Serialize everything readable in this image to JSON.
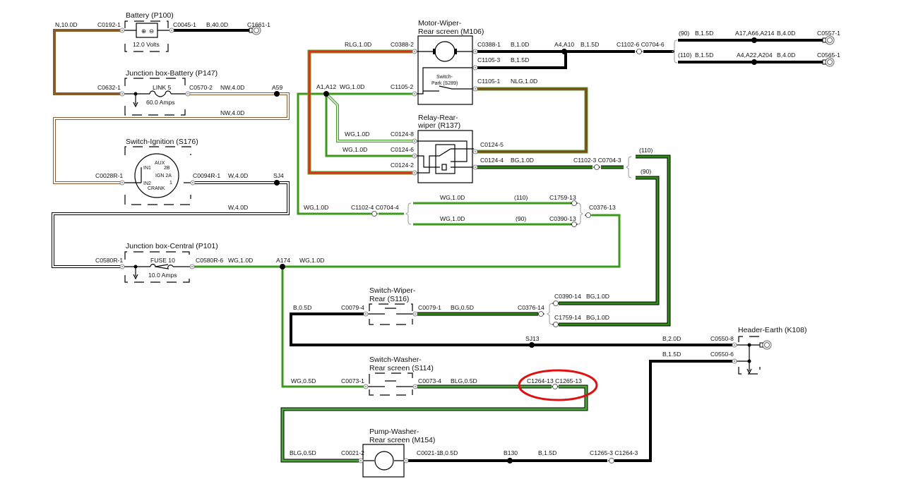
{
  "components": {
    "battery": {
      "title": "Battery (P100)",
      "rating": "12.0 Volts"
    },
    "jb_battery": {
      "title": "Junction box-Battery (P147)",
      "fuse": "LINK 5",
      "rating": "60.0 Amps"
    },
    "ignition": {
      "title": "Switch-Ignition (S176)",
      "pins": [
        "AUX",
        "IN1",
        "2B",
        "IGN 2A",
        "IN2",
        "1",
        "CRANK"
      ]
    },
    "jb_central": {
      "title": "Junction box-Central (P101)",
      "fuse": "FUSE 10",
      "rating": "10.0 Amps"
    },
    "motor": {
      "title1": "Motor-Wiper-",
      "title2": "Rear screen (M106)",
      "park1": "Switch-",
      "park2": "Park (S289)"
    },
    "relay": {
      "title1": "Relay-Rear-",
      "title2": "wiper (R137)"
    },
    "sw_wiper": {
      "title1": "Switch-Wiper-",
      "title2": "Rear (S116)"
    },
    "sw_washer": {
      "title1": "Switch-Washer-",
      "title2": "Rear screen (S114)"
    },
    "pump": {
      "title1": "Pump-Washer-",
      "title2": "Rear screen (M154)"
    },
    "header_earth": {
      "title": "Header-Earth (K108)"
    }
  },
  "labels": [
    "N,10.0D",
    "C0192-1",
    "C0045-1",
    "B,40.0D",
    "C1661-1",
    "C0632-1",
    "C0570-2",
    "NW,4.0D",
    "A59",
    "NW,4.0D",
    "C0028R-1",
    "C0094R-1",
    "W,4.0D",
    "SJ4",
    "W,4.0D",
    "C0580R-1",
    "C0580R-6",
    "WG,1.0D",
    "A174",
    "WG,1.0D",
    "RLG,1.0D",
    "C0388-2",
    "A1,A12",
    "WG,1.0D",
    "C1105-2",
    "WG,1.0D",
    "C0124-8",
    "WG,1.0D",
    "C0124-6",
    "C0124-2",
    "C0388-1",
    "B,1.0D",
    "A4,A10",
    "B,1.5D",
    "C1102-6 C0704-6",
    "C1105-3",
    "B,1.5D",
    "C1105-1",
    "NLG,1.0D",
    "C0124-5",
    "C0124-4",
    "BG,1.0D",
    "C1102-3 C0704-3",
    "(110)",
    "(90)",
    "(90)",
    "B,1.5D",
    "A17,A66,A214",
    "B,4.0D",
    "C0557-1",
    "(110)",
    "B,1.5D",
    "A4,A22,A204",
    "B,4.0D",
    "C0565-1",
    "WG,1.0D",
    "C1102-4 C0704-4",
    "WG,1.0D",
    "(110)",
    "C1759-13",
    "WG,1.0D",
    "(90)",
    "C0390-13",
    "C0376-13",
    "B,0.5D",
    "C0079-4",
    "C0079-1",
    "BG,0.5D",
    "C0376-14",
    "C0390-14",
    "BG,1.0D",
    "C1759-14",
    "BG,1.0D",
    "SJ13",
    "B,2.0D",
    "C0550-8",
    "B,1.5D",
    "C0550-6",
    "WG,0.5D",
    "C0073-1",
    "C0073-4",
    "BLG,0.5D",
    "C1264-13 C1265-13",
    "BLG,0.5D",
    "C0021-2",
    "C0021-1",
    "B,0.5D",
    "B130",
    "B,1.5D",
    "C1265-3 C1264-3"
  ],
  "highlight_color": "#e01010"
}
